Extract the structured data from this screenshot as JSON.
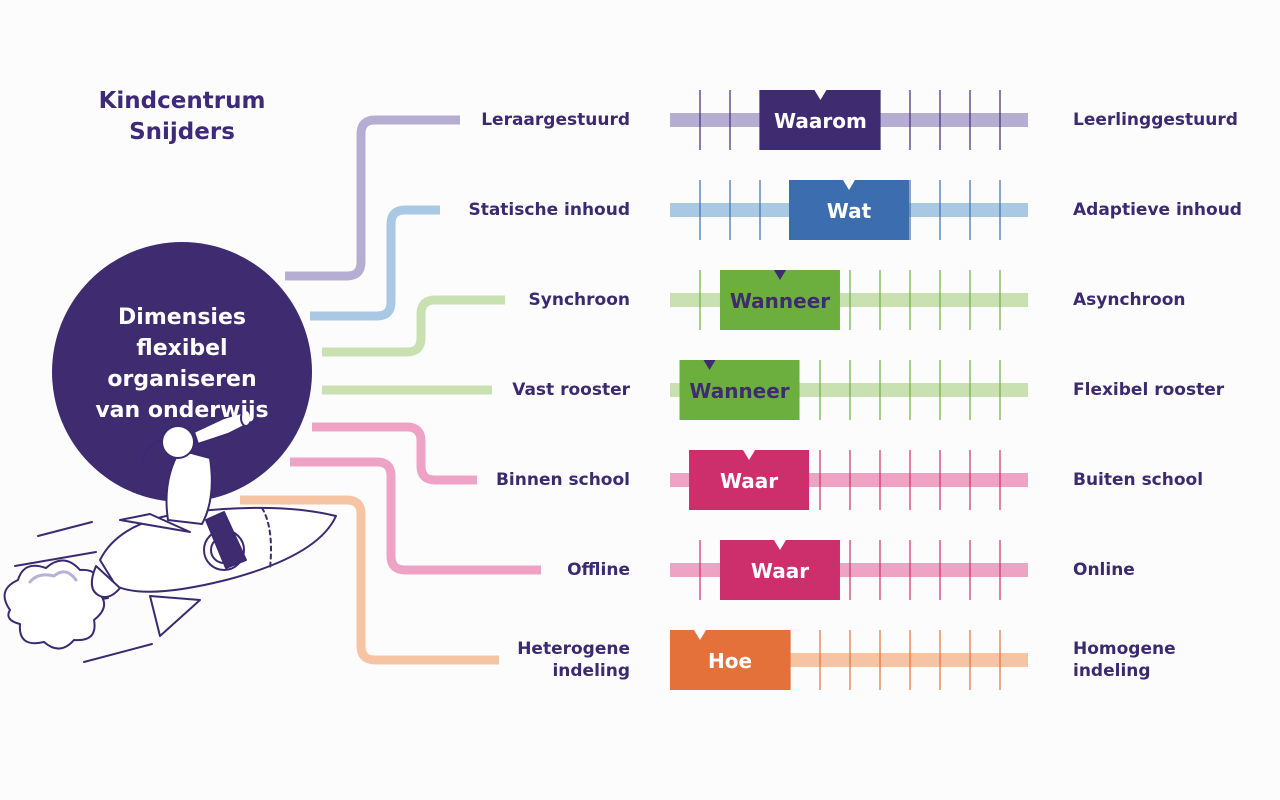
{
  "header": {
    "org_line1": "Kindcentrum",
    "org_line2": "Snijders"
  },
  "hub": {
    "title_line1": "Dimensies",
    "title_line2": "flexibel organiseren",
    "title_line3": "van onderwijs"
  },
  "colors": {
    "hub": "#3e2b70",
    "ink": "#3b2a70",
    "rocket_outline": "#3b2a70"
  },
  "dimensions": [
    {
      "left": "Leraargestuurd",
      "right": "Leerlinggestuurd",
      "marker": "Waarom",
      "position": 0.38,
      "bar": "#b6aed2",
      "tick": "#3e2b70",
      "marker_bg": "#3e2b70",
      "marker_text": "#ffffff"
    },
    {
      "left": "Statische inhoud",
      "right": "Adaptieve inhoud",
      "marker": "Wat",
      "position": 0.5,
      "bar": "#a8c8e3",
      "tick": "#3c6eaf",
      "marker_bg": "#3c6eaf",
      "marker_text": "#ffffff"
    },
    {
      "left": "Synchroon",
      "right": "Asynchroon",
      "marker": "Wanneer",
      "position": 0.21,
      "bar": "#c9e0b0",
      "tick": "#6daf3f",
      "marker_bg": "#6daf3f",
      "marker_text": "#3e2b70"
    },
    {
      "left": "Vast rooster",
      "right": "Flexibel rooster",
      "marker": "Wanneer",
      "position": 0.04,
      "bar": "#c9e0b0",
      "tick": "#6daf3f",
      "marker_bg": "#6daf3f",
      "marker_text": "#3e2b70"
    },
    {
      "left": "Binnen school",
      "right": "Buiten school",
      "marker": "Waar",
      "position": 0.08,
      "bar": "#eea3c4",
      "tick": "#cc2f6c",
      "marker_bg": "#cc2f6c",
      "marker_text": "#ffffff"
    },
    {
      "left": "Offline",
      "right": "Online",
      "marker": "Waar",
      "position": 0.21,
      "bar": "#eea3c4",
      "tick": "#cc2f6c",
      "marker_bg": "#cc2f6c",
      "marker_text": "#ffffff"
    },
    {
      "left": "Heterogene\nindeling",
      "right": "Homogene\nindeling",
      "marker": "Hoe",
      "position": 0.0,
      "bar": "#f6c3a3",
      "tick": "#e5713a",
      "marker_bg": "#e5713a",
      "marker_text": "#ffffff"
    }
  ]
}
